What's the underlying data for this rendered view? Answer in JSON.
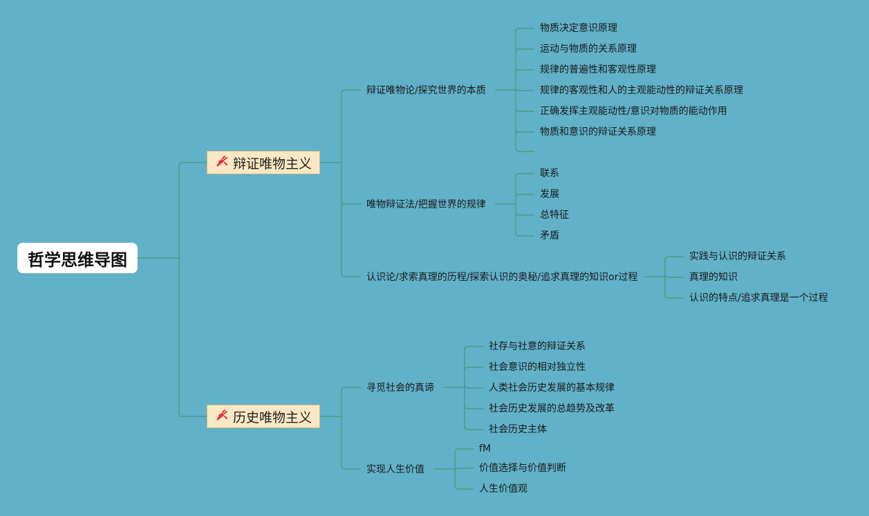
{
  "root": "哲学思维导图",
  "branches": [
    {
      "label": "辩证唯物主义",
      "icon": "red-brush-icon",
      "children": [
        {
          "label": "辩证唯物论/探究世界的本质",
          "items": [
            "物质决定意识原理",
            "运动与物质的关系原理",
            "规律的普遍性和客观性原理",
            "规律的客观性和人的主观能动性的辩证关系原理",
            "正确发挥主观能动性/意识对物质的能动作用",
            "物质和意识的辩证关系原理",
            ""
          ]
        },
        {
          "label": "唯物辩证法/把握世界的规律",
          "items": [
            "联系",
            "发展",
            "总特征",
            "矛盾"
          ]
        },
        {
          "label": "认识论/求索真理的历程/探索认识的奥秘/追求真理的知识or过程",
          "items": [
            "实践与认识的辩证关系",
            "真理的知识",
            "认识的特点/追求真理是一个过程"
          ]
        }
      ]
    },
    {
      "label": "历史唯物主义",
      "icon": "red-brush-icon",
      "children": [
        {
          "label": "寻觅社会的真谛",
          "items": [
            "社存与社意的辩证关系",
            "社会意识的相对独立性",
            "人类社会历史发展的基本规律",
            "社会历史发展的总趋势及改革",
            "社会历史主体"
          ]
        },
        {
          "label": "实现人生价值",
          "items": [
            "fM",
            "价值选择与价值判断",
            "人生价值观"
          ]
        }
      ]
    }
  ],
  "colors": {
    "background": "#61b1c8",
    "line": "#4d9c88",
    "branch_fill": "#fbe7c3",
    "icon": "#e0303a"
  }
}
